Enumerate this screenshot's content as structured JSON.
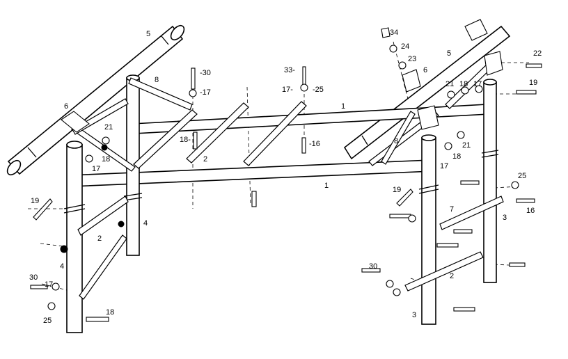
{
  "diagram": {
    "part_labels": [
      {
        "id": "p5a",
        "text": "5"
      },
      {
        "id": "p8a",
        "text": "8"
      },
      {
        "id": "p30a",
        "text": "-30"
      },
      {
        "id": "p17a",
        "text": "-17"
      },
      {
        "id": "p6a",
        "text": "6"
      },
      {
        "id": "p21a",
        "text": "21"
      },
      {
        "id": "p18a",
        "text": "18"
      },
      {
        "id": "p17b",
        "text": "17"
      },
      {
        "id": "p18b",
        "text": "18-"
      },
      {
        "id": "p2a",
        "text": "2"
      },
      {
        "id": "p33",
        "text": "33-"
      },
      {
        "id": "p17c",
        "text": "17-"
      },
      {
        "id": "p25a",
        "text": "-25"
      },
      {
        "id": "p1a",
        "text": "1"
      },
      {
        "id": "p16a",
        "text": "-16"
      },
      {
        "id": "p1b",
        "text": "1"
      },
      {
        "id": "p19a",
        "text": "19"
      },
      {
        "id": "p4a",
        "text": "4"
      },
      {
        "id": "p2b",
        "text": "2"
      },
      {
        "id": "p4b",
        "text": "4"
      },
      {
        "id": "p30b",
        "text": "30"
      },
      {
        "id": "p17d",
        "text": "17"
      },
      {
        "id": "p25b",
        "text": "25"
      },
      {
        "id": "p18c",
        "text": "18"
      },
      {
        "id": "p34",
        "text": "34"
      },
      {
        "id": "p24",
        "text": "24"
      },
      {
        "id": "p23",
        "text": "23"
      },
      {
        "id": "p6b",
        "text": "6"
      },
      {
        "id": "p5b",
        "text": "5"
      },
      {
        "id": "p22",
        "text": "22"
      },
      {
        "id": "p21b",
        "text": "21"
      },
      {
        "id": "p18d",
        "text": "18"
      },
      {
        "id": "p17e",
        "text": "17"
      },
      {
        "id": "p19b",
        "text": "19"
      },
      {
        "id": "p8b",
        "text": "8"
      },
      {
        "id": "p21c",
        "text": "21"
      },
      {
        "id": "p18e",
        "text": "18"
      },
      {
        "id": "p17f",
        "text": "17"
      },
      {
        "id": "p25c",
        "text": "25"
      },
      {
        "id": "p16b",
        "text": "16"
      },
      {
        "id": "p19c",
        "text": "19"
      },
      {
        "id": "p7",
        "text": "7"
      },
      {
        "id": "p3a",
        "text": "3"
      },
      {
        "id": "p30c",
        "text": "30"
      },
      {
        "id": "p2c",
        "text": "2"
      },
      {
        "id": "p3b",
        "text": "3"
      }
    ]
  }
}
